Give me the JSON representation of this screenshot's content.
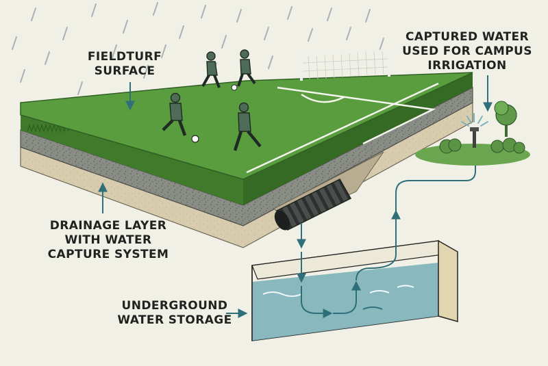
{
  "labels": {
    "turf": [
      "FIELDTURF",
      "SURFACE"
    ],
    "drainage": [
      "DRAINAGE LAYER",
      "WITH WATER",
      "CAPTURE SYSTEM"
    ],
    "storage": [
      "UNDERGROUND",
      "WATER STORAGE"
    ],
    "captured": [
      "CAPTURED WATER",
      "USED FOR CAMPUS",
      "IRRIGATION"
    ]
  },
  "colors": {
    "background": "#f1f0e6",
    "turf_top": "#5a9d3f",
    "turf_side": "#3f7b2b",
    "gravel": "#8a8c86",
    "sand": "#d8ccae",
    "water": "#7db3ba",
    "pipe": "#3e4340",
    "flow_line": "#2f6f7a",
    "rain": "#a9b2b6",
    "player": "#4e6b57",
    "tree": "#5f9a4a"
  },
  "icons": [
    "rain",
    "soccer-player",
    "soccer-ball",
    "soccer-goal",
    "drain-pipe",
    "sprinkler-icon",
    "tree-icon",
    "shrub-icon",
    "arrow-icon"
  ]
}
